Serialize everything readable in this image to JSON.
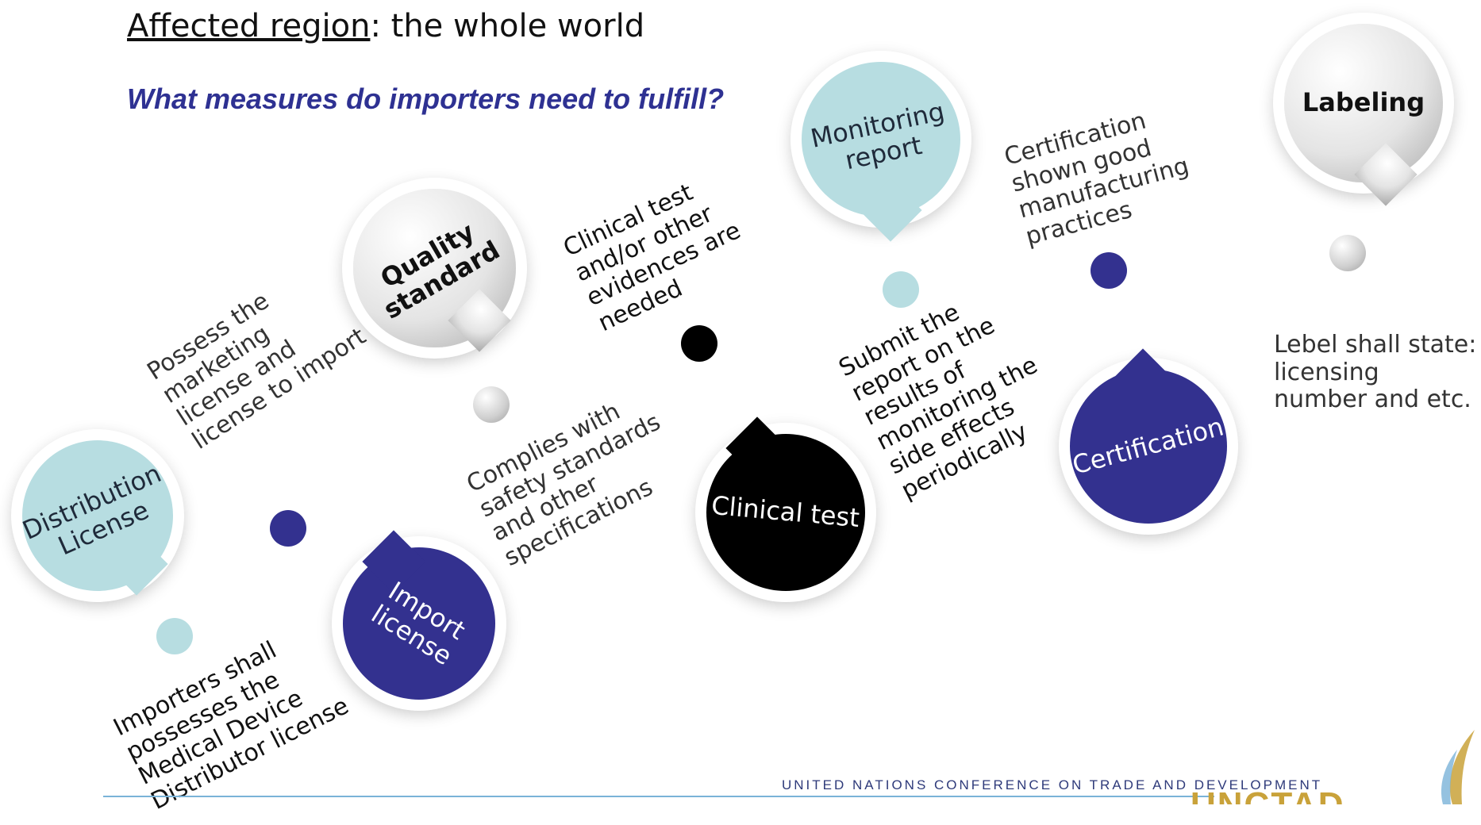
{
  "header": {
    "region_label": "Affected region",
    "region_value": ": the whole world",
    "question": "What measures do importers need to fulfill?"
  },
  "steps": [
    {
      "title_line1": "Distribution",
      "title_line2": "License",
      "desc": [
        "Importers shall",
        "possesses the",
        "Medical Device",
        "Distributor license"
      ]
    },
    {
      "title_line1": "Import",
      "title_line2": "license",
      "desc": [
        "Possess the",
        "marketing",
        "license and",
        "license to import"
      ]
    },
    {
      "title_line1": "Quality",
      "title_line2": "standard",
      "desc": [
        "Complies with",
        "safety standards",
        "and other",
        "specifications"
      ]
    },
    {
      "title_line1": "Clinical test",
      "desc": [
        "Clinical test",
        "and/or other",
        "evidences are",
        "needed"
      ]
    },
    {
      "title_line1": "Monitoring",
      "title_line2": "report",
      "desc": [
        "Submit the",
        "report on the",
        "results of",
        "monitoring the",
        "side effects",
        "periodically"
      ]
    },
    {
      "title_line1": "Certification",
      "desc": [
        "Certification",
        "shown good",
        "manufacturing",
        "practices"
      ]
    },
    {
      "title_line1": "Labeling",
      "desc": [
        "Lebel shall state:",
        "licensing",
        "number and etc."
      ]
    }
  ],
  "footer": {
    "org": "UNITED NATIONS CONFERENCE ON TRADE AND DEVELOPMENT",
    "logo": "UNCTAD"
  },
  "colors": {
    "teal": "#b7dde1",
    "navy": "#33318f",
    "black": "#000000",
    "grey": "#d9d9d9",
    "question": "#2e3192"
  }
}
